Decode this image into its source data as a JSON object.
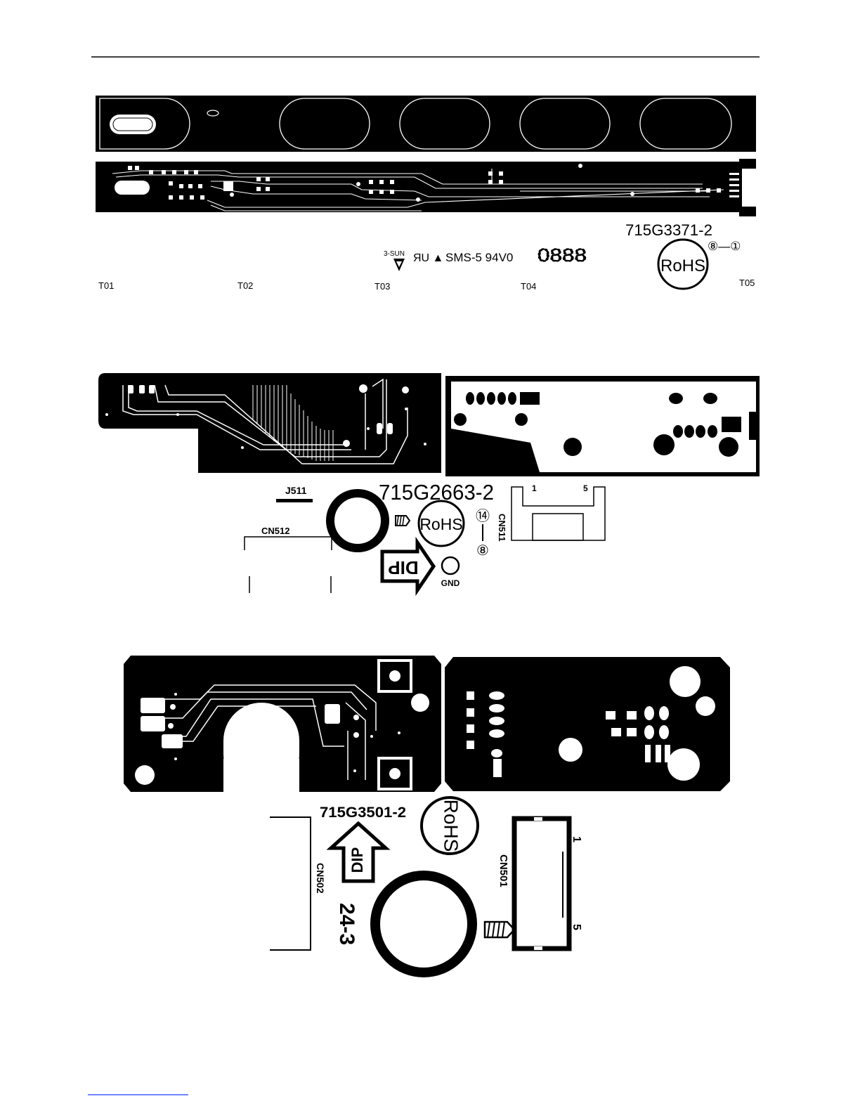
{
  "board1": {
    "part_number": "715G3371-2",
    "rohs": "RoHS",
    "pin_ref": "⑧—①",
    "maker": "3-SUN",
    "ul_mark": "ЯU ▲",
    "material": "SMS-5  94V0",
    "date_code": "0888",
    "test_points": [
      "T01",
      "T02",
      "T03",
      "T04",
      "T05"
    ]
  },
  "board2": {
    "part_number": "715G2663-2",
    "rohs": "RoHS",
    "j511": "J511",
    "cn512": "CN512",
    "cn511": "CN511",
    "pin_a": "1",
    "pin_b": "5",
    "pin_ref_top": "⑭",
    "pin_ref_bottom": "⑧",
    "dip": "DIP",
    "gnd": "GND"
  },
  "board3": {
    "part_number": "715G3501-2",
    "rohs": "RoHS",
    "dip": "DIP",
    "cn502": "CN502",
    "cn501": "CN501",
    "pin_a": "1",
    "pin_b": "5",
    "size_code": "24-3"
  },
  "colors": {
    "copper": "#000000",
    "background": "#ffffff"
  }
}
